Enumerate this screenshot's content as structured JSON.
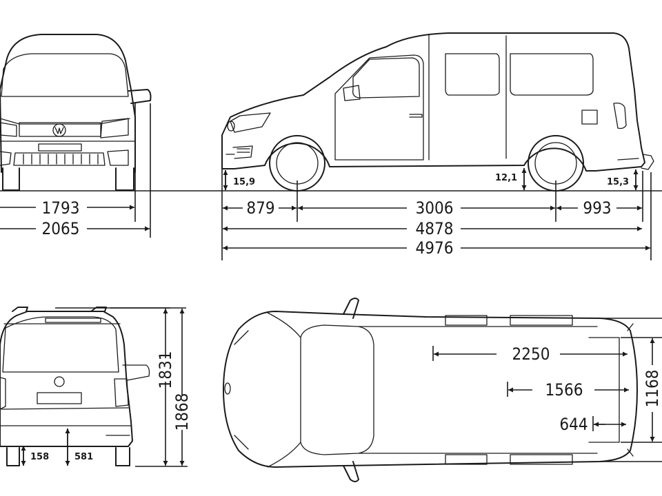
{
  "dimensions": {
    "front": {
      "track": "1793",
      "width_mirrors": "2065"
    },
    "side": {
      "front_overhang": "879",
      "wheelbase": "3006",
      "rear_overhang": "993",
      "length_body": "4878",
      "length_overall": "4976",
      "front_approach_angle": "15,9",
      "ramp_angle": "12,1",
      "rear_departure_angle": "15,3"
    },
    "rear": {
      "height_body": "1831",
      "height_overall": "1868",
      "ground_clearance": "158",
      "loading_sill": "581"
    },
    "top": {
      "cargo_length_max": "2250",
      "cargo_length_seats": "1566",
      "cargo_length_min": "644",
      "cargo_width": "1168"
    }
  }
}
